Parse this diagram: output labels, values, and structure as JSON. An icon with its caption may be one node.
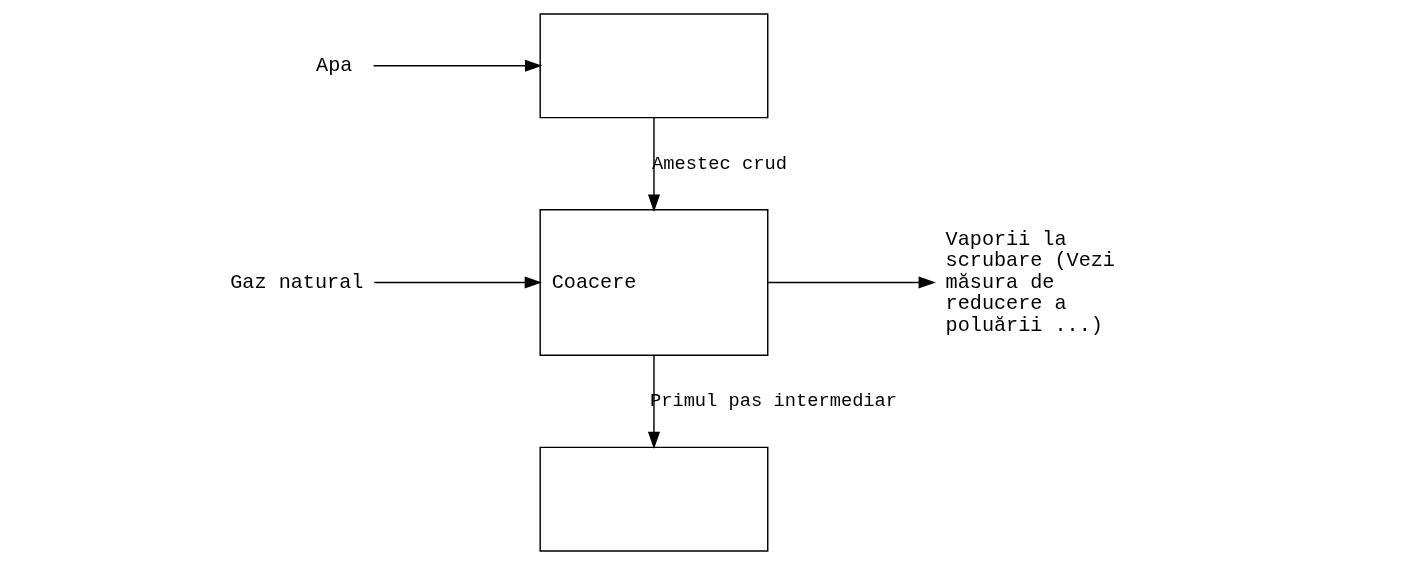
{
  "diagram": {
    "nodes": [
      {
        "text": [
          "Apa"
        ]
      },
      {
        "text": [],
        "shape": "box"
      },
      {
        "text": [
          "Gaz natural"
        ]
      },
      {
        "text": [
          "Coacere"
        ]
      },
      {
        "text": [
          "Vaporii la scrubare (Vezi măsura de reducere a poluării ...)"
        ]
      },
      {
        "text": [],
        "shape": "box"
      }
    ],
    "edges": [
      {
        "from": 0,
        "to": 1,
        "arrow": "to"
      },
      {
        "from": 1,
        "to": 3,
        "arrow": "to",
        "label": "Amestec crud"
      },
      {
        "from": 2,
        "to": 3,
        "arrow": "to"
      },
      {
        "from": 3,
        "to": 4,
        "arrow": "to"
      },
      {
        "from": 3,
        "to": 5,
        "arrow": "to",
        "label": "Primul pas intermediar"
      }
    ]
  }
}
